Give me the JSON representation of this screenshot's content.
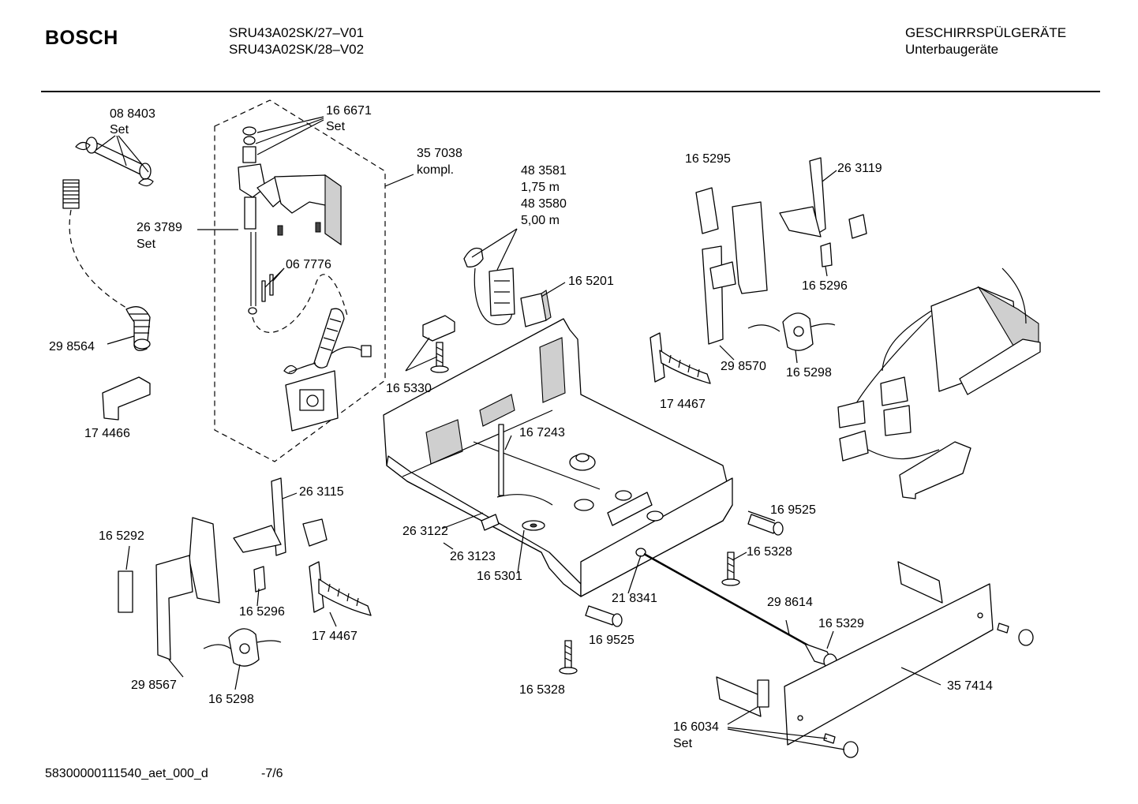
{
  "header": {
    "brand": "BOSCH",
    "model_line_1": "SRU43A02SK/27–V01",
    "model_line_2": "SRU43A02SK/28–V02",
    "category": "GESCHIRRSPÜLGERÄTE",
    "subcategory": "Unterbaugeräte"
  },
  "footer": {
    "doc_id": "58300000111540_aet_000_d",
    "page": "-7/6"
  },
  "labels": {
    "l088403": "08 8403",
    "l088403s": "Set",
    "l166671": "16 6671",
    "l166671s": "Set",
    "l357038": "35 7038",
    "l357038s": "kompl.",
    "l483581": "48 3581",
    "l175": "1,75 m",
    "l483580": "48 3580",
    "l500": "5,00 m",
    "l165295": "16 5295",
    "l263119": "26 3119",
    "l263789": "26 3789",
    "l263789s": "Set",
    "l067776": "06 7776",
    "l165201": "16 5201",
    "l165296a": "16 5296",
    "l298564": "29 8564",
    "l165330": "16 5330",
    "l298570": "29 8570",
    "l165298a": "16 5298",
    "l174467a": "17 4467",
    "l174466": "17 4466",
    "l167243": "16 7243",
    "l263115": "26 3115",
    "l165292": "16 5292",
    "l169525a": "16 9525",
    "l263122": "26 3122",
    "l165328a": "16 5328",
    "l263123": "26 3123",
    "l165301": "16 5301",
    "l218341": "21 8341",
    "l298614": "29 8614",
    "l165296b": "16 5296",
    "l174467b": "17 4467",
    "l169525b": "16 9525",
    "l165329": "16 5329",
    "l298567": "29 8567",
    "l165298b": "16 5298",
    "l165328b": "16 5328",
    "l357414": "35 7414",
    "l166034": "16 6034",
    "l166034s": "Set"
  }
}
